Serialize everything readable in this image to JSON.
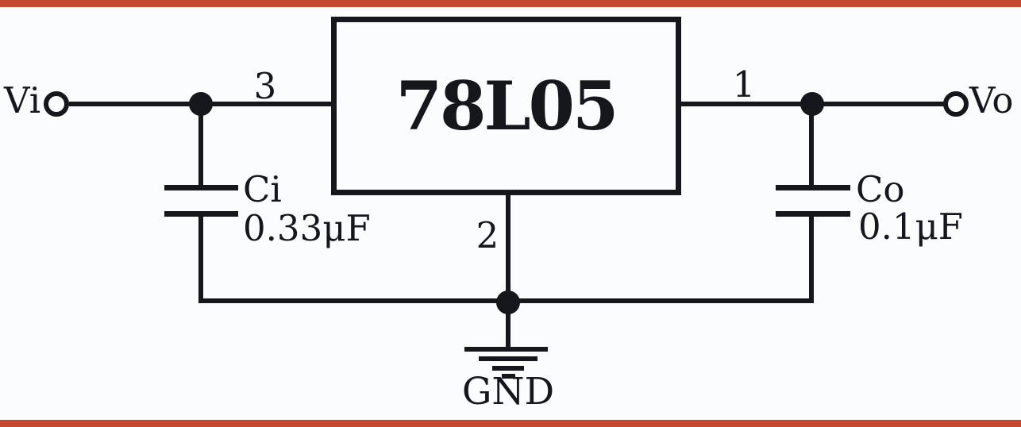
{
  "diagram": {
    "type": "circuit-schematic",
    "ic": {
      "label": "78L05"
    },
    "input": {
      "terminal_label": "Vi",
      "pin_number": "3",
      "capacitor_name": "Ci",
      "capacitor_value": "0.33μF"
    },
    "output": {
      "terminal_label": "Vo",
      "pin_number": "1",
      "capacitor_name": "Co",
      "capacitor_value": "0.1μF"
    },
    "ground": {
      "pin_number": "2",
      "label": "GND"
    },
    "colors": {
      "line": "#16161d",
      "background": "#fbfcfe",
      "accent_bar": "#c5492f"
    }
  }
}
